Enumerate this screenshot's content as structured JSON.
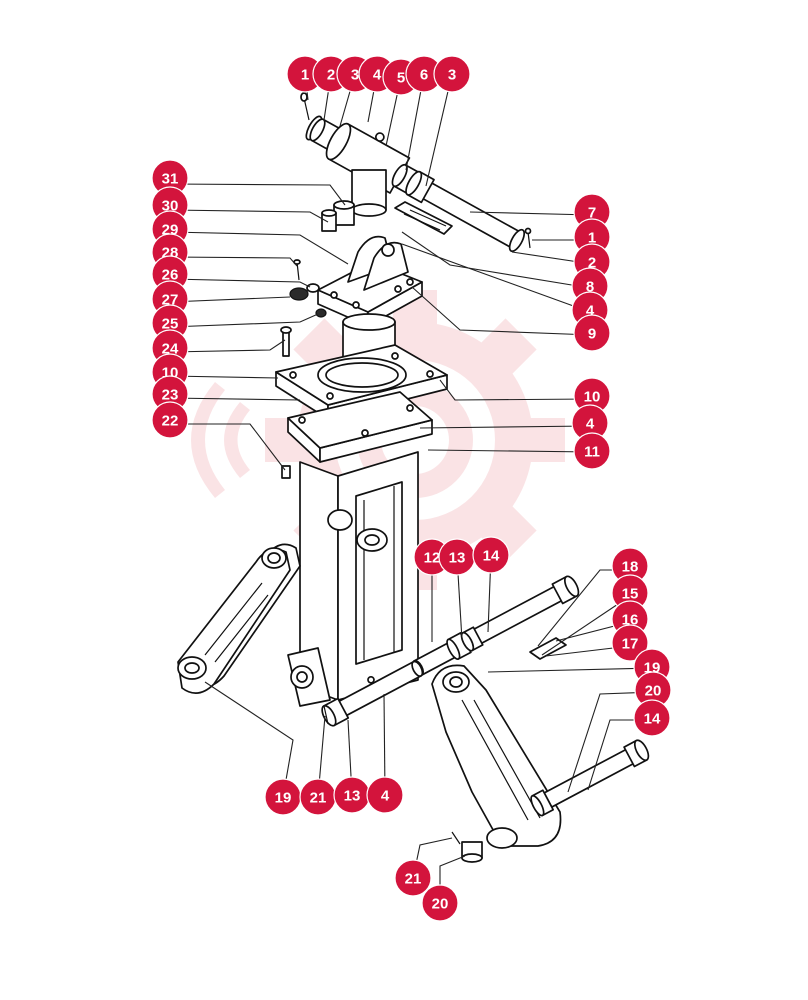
{
  "diagram": {
    "colors": {
      "callout": "#d3143c",
      "callout_text": "#ffffff",
      "linework": "#111111",
      "watermark": "#f5c3c7"
    }
  },
  "callouts": {
    "top": [
      "1",
      "2",
      "3",
      "4",
      "5",
      "6",
      "3"
    ],
    "left": [
      "31",
      "30",
      "29",
      "28",
      "26",
      "27",
      "25",
      "24",
      "10",
      "23",
      "22"
    ],
    "right": [
      "7",
      "1",
      "2",
      "8",
      "4",
      "9",
      "10",
      "4",
      "11"
    ],
    "lower": [
      "12",
      "13",
      "14",
      "18",
      "15",
      "16",
      "17",
      "19",
      "20",
      "14"
    ],
    "bottom": [
      "19",
      "21",
      "13",
      "4",
      "21",
      "20"
    ]
  }
}
